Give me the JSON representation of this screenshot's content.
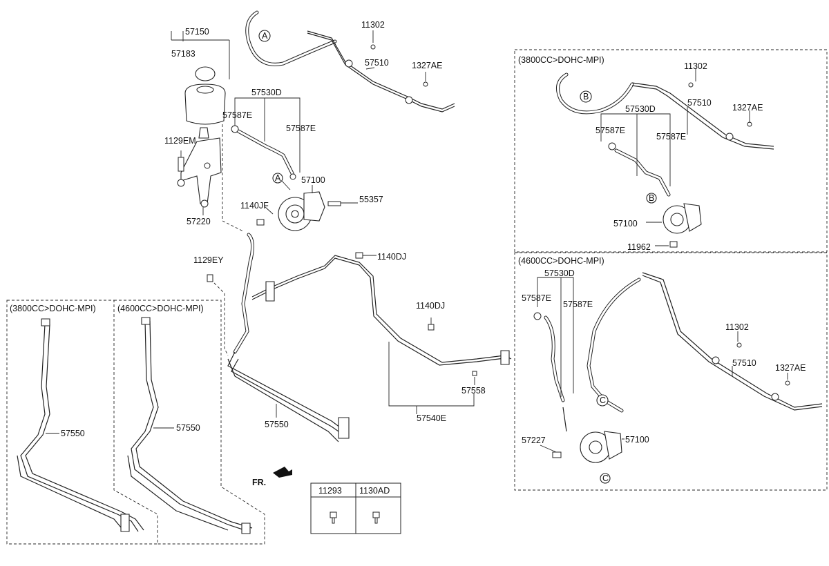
{
  "diagram": {
    "main": {
      "labels": [
        "57150",
        "57183",
        "57530D",
        "57587E",
        "57587E",
        "1129EM",
        "57100",
        "55357",
        "1140JF",
        "57220",
        "1129EY",
        "1140DJ",
        "1140DJ",
        "57558",
        "57540E",
        "57550",
        "11302",
        "57510",
        "1327AE"
      ],
      "callouts": [
        "A",
        "A"
      ]
    },
    "box_3800_right": {
      "title": "(3800CC>DOHC-MPI)",
      "labels": [
        "11302",
        "57530D",
        "57510",
        "1327AE",
        "57587E",
        "57587E",
        "57100",
        "11962"
      ],
      "callouts": [
        "B",
        "B"
      ]
    },
    "box_4600_right": {
      "title": "(4600CC>DOHC-MPI)",
      "labels": [
        "57530D",
        "57587E",
        "57587E",
        "11302",
        "57510",
        "1327AE",
        "57100",
        "57227"
      ],
      "callouts": [
        "C",
        "C"
      ]
    },
    "box_3800_left": {
      "title": "(3800CC>DOHC-MPI)",
      "labels": [
        "57550"
      ]
    },
    "box_4600_left": {
      "title": "(4600CC>DOHC-MPI)",
      "labels": [
        "57550"
      ]
    },
    "fastener_table": {
      "headers": [
        "11293",
        "1130AD"
      ]
    },
    "front_indicator": "FR."
  }
}
